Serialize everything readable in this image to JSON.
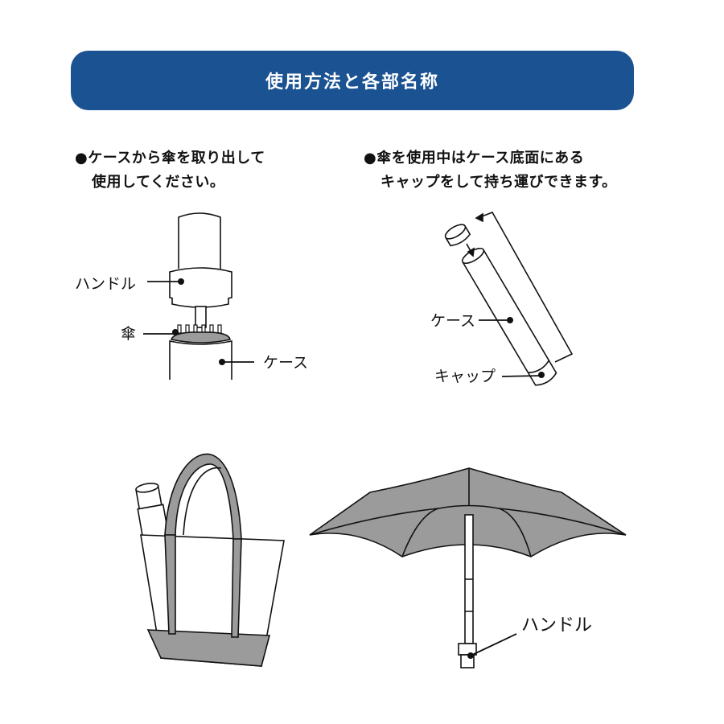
{
  "title": "使用方法と各部名称",
  "colors": {
    "banner": "#1b5292",
    "gray": "#9b9b9b",
    "line": "#111111"
  },
  "instructions": {
    "left": {
      "line1": "●ケースから傘を取り出して",
      "line2": "使用してください。"
    },
    "right": {
      "line1": "●傘を使用中はケース底面にある",
      "line2": "キャップをして持ち運びできます。"
    }
  },
  "labels": {
    "handle_top": "ハンドル",
    "umbrella": "傘",
    "case_left": "ケース",
    "case_right": "ケース",
    "cap": "キャップ",
    "handle_bottom": "ハンドル"
  }
}
